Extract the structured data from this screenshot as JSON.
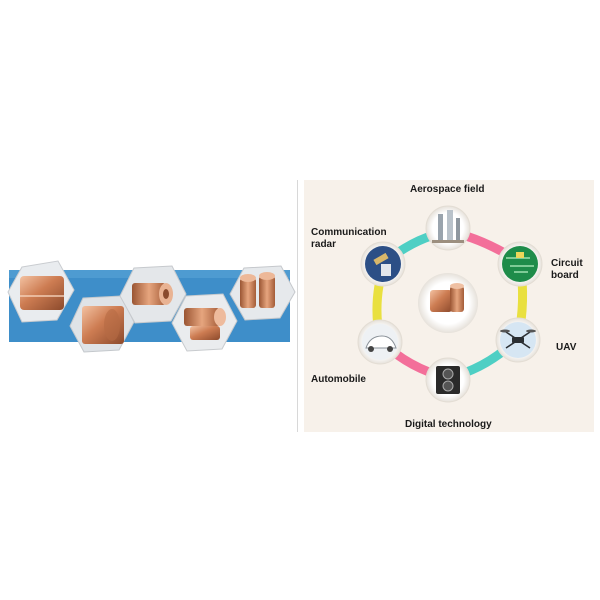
{
  "left_panel": {
    "band_color": "#3e8ec9",
    "product": "copper-foil-rolls",
    "tiles": [
      "copper-foil-roll",
      "copper-foil-sheet",
      "copper-foil-roll",
      "copper-foil-rolls",
      "copper-foil-rolls"
    ]
  },
  "right_panel": {
    "center_image": "copper-foil-rolls",
    "labels": {
      "aerospace": "Aerospace field",
      "communication": "Communication\nradar",
      "circuit": "Circuit\nboard",
      "uav": "UAV",
      "automobile": "Automobile",
      "digital": "Digital technology"
    },
    "ring_colors": [
      "#4ecfc4",
      "#f36f9a",
      "#e9e03f"
    ]
  }
}
